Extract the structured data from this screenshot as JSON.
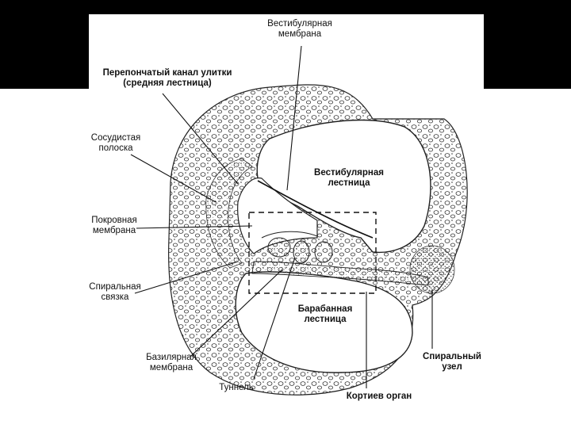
{
  "labels": {
    "vestibular_membrane": [
      "Вестибулярная",
      "мембрана"
    ],
    "cochlear_duct": [
      "Перепончатый канал улитки",
      "(средняя лестница)"
    ],
    "stria_vascularis": [
      "Сосудистая",
      "полоска"
    ],
    "scala_vestibuli": [
      "Вестибулярная",
      "лестница"
    ],
    "tectorial_membrane": [
      "Покровная",
      "мембрана"
    ],
    "spiral_ligament": [
      "Спиральная",
      "связка"
    ],
    "scala_tympani": [
      "Барабанная",
      "лестница"
    ],
    "basilar_membrane": [
      "Базилярная",
      "мембрана"
    ],
    "spiral_ganglion": [
      "Спиральный",
      "узел"
    ],
    "tunnel": [
      "Туннель"
    ],
    "organ_of_corti": [
      "Кортиев орган"
    ]
  },
  "colors": {
    "background": "#ffffff",
    "frame": "#000000",
    "ink": "#111111"
  }
}
